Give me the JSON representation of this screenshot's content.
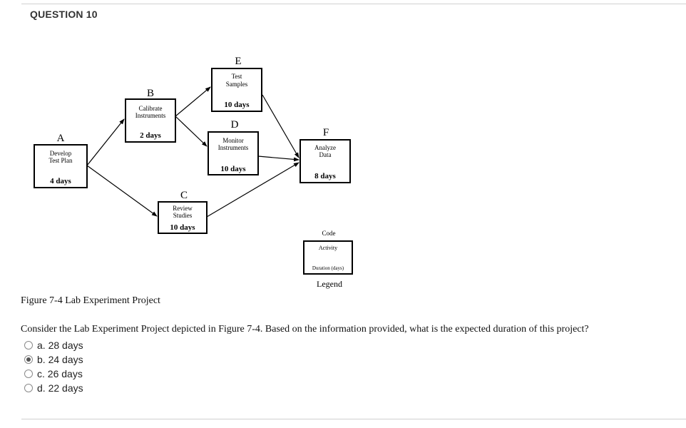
{
  "question": {
    "title": "QUESTION 10",
    "caption": "Figure 7-4 Lab Experiment Project",
    "text": "Consider the Lab Experiment Project depicted in Figure 7-4. Based on the information provided, what is the expected duration of this project?",
    "options": [
      {
        "label": "a. 28 days",
        "selected": false
      },
      {
        "label": "b. 24 days",
        "selected": true
      },
      {
        "label": "c. 26 days",
        "selected": false
      },
      {
        "label": "d. 22 days",
        "selected": false
      }
    ]
  },
  "diagram": {
    "nodes": {
      "A": {
        "letter": "A",
        "line1": "Develop",
        "line2": "Test Plan",
        "duration": "4 days"
      },
      "B": {
        "letter": "B",
        "line1": "Calibrate",
        "line2": "Instruments",
        "duration": "2 days"
      },
      "C": {
        "letter": "C",
        "line1": "Review",
        "line2": "Studies",
        "duration": "10 days"
      },
      "D": {
        "letter": "D",
        "line1": "Monitor",
        "line2": "Instruments",
        "duration": "10 days"
      },
      "E": {
        "letter": "E",
        "line1": "Test",
        "line2": "Samples",
        "duration": "10 days"
      },
      "F": {
        "letter": "F",
        "line1": "Analyze",
        "line2": "Data",
        "duration": "8 days"
      }
    },
    "legend": {
      "top": "Code",
      "middle": "Activity",
      "bottom": "Duration (days)",
      "label": "Legend"
    }
  }
}
